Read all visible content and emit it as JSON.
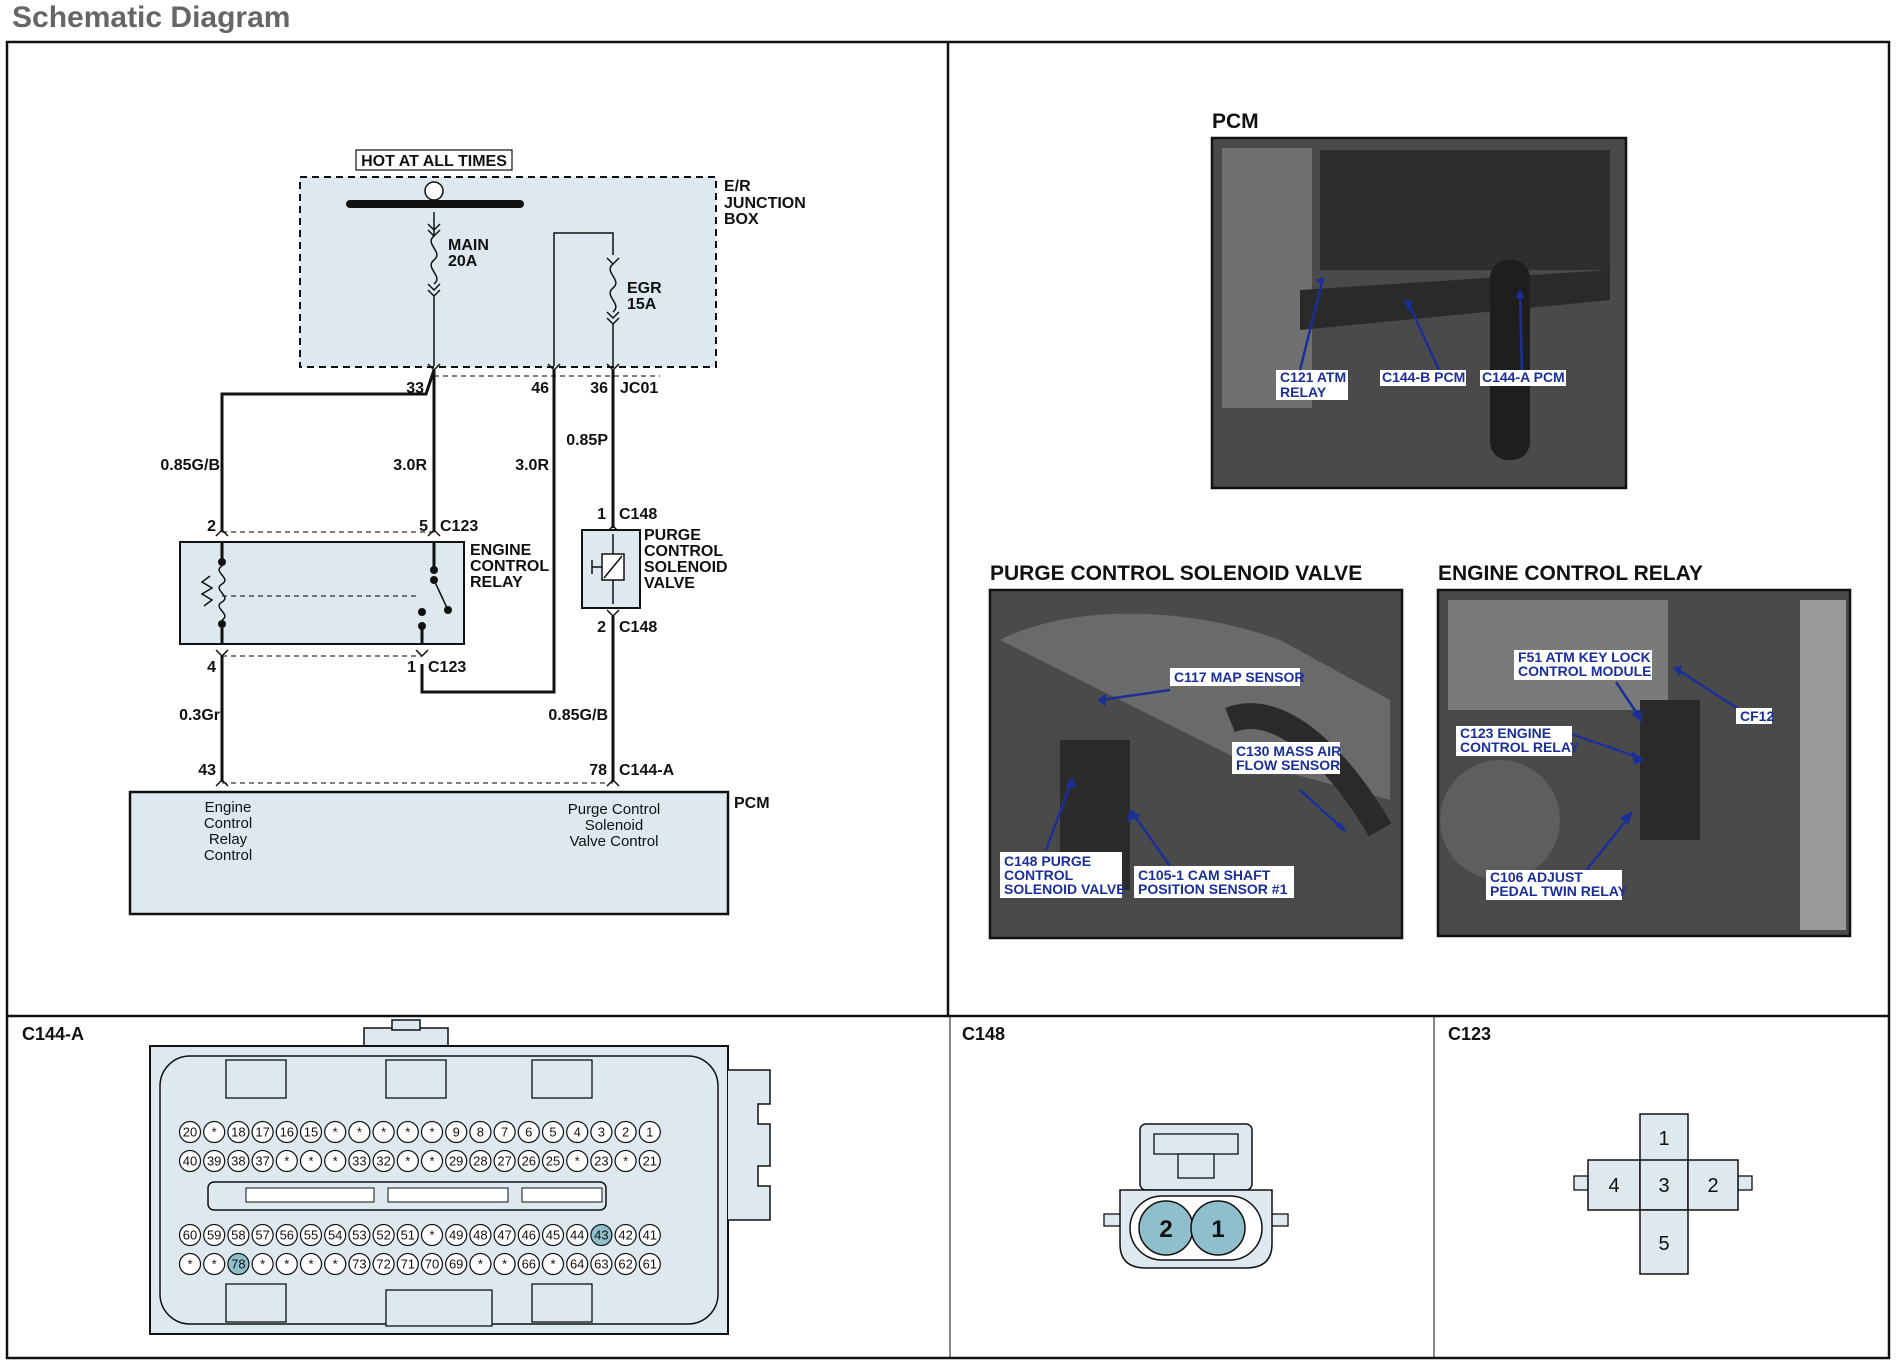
{
  "page_title": "Schematic Diagram",
  "schematic": {
    "hot_at_all_times": "HOT AT ALL TIMES",
    "junction_box": [
      "E/R",
      "JUNCTION",
      "BOX"
    ],
    "fuse_main": [
      "MAIN",
      "20A"
    ],
    "fuse_egr": [
      "EGR",
      "15A"
    ],
    "pin_33": "33",
    "pin_46": "46",
    "pin_36": "36",
    "jc01": "JC01",
    "wire_085gb": "0.85G/B",
    "wire_30r_a": "3.0R",
    "wire_30r_b": "3.0R",
    "wire_085p": "0.85P",
    "c148_pin1": "1",
    "c148_top": "C148",
    "c148_pin2": "2",
    "c148_bottom": "C148",
    "purge_label": [
      "PURGE",
      "CONTROL",
      "SOLENOID",
      "VALVE"
    ],
    "relay_pin2": "2",
    "relay_pin5": "5",
    "c123_top": "C123",
    "relay_label": [
      "ENGINE",
      "CONTROL",
      "RELAY"
    ],
    "relay_pin4": "4",
    "relay_pin1": "1",
    "c123_bottom": "C123",
    "wire_03gr": "0.3Gr",
    "wire_085gb_2": "0.85G/B",
    "pin_43": "43",
    "pin_78": "78",
    "c144a": "C144-A",
    "pcm": "PCM",
    "pcm_left": [
      "Engine",
      "Control",
      "Relay",
      "Control"
    ],
    "pcm_right": [
      "Purge Control",
      "Solenoid",
      "Valve Control"
    ]
  },
  "photos": {
    "pcm": {
      "title": "PCM",
      "callouts": [
        "C121 ATM",
        "RELAY",
        "C144-B PCM",
        "C144-A PCM"
      ]
    },
    "purge": {
      "title": "PURGE CONTROL SOLENOID VALVE",
      "callouts": [
        "C117 MAP SENSOR",
        "C130 MASS AIR",
        "FLOW SENSOR",
        "C148 PURGE",
        "CONTROL",
        "SOLENOID VALVE",
        "C105-1 CAM SHAFT",
        "POSITION SENSOR #1"
      ]
    },
    "relay": {
      "title": "ENGINE CONTROL RELAY",
      "callouts": [
        "F51 ATM KEY LOCK",
        "CONTROL MODULE",
        "CF12",
        "C123 ENGINE",
        "CONTROL RELAY",
        "C106 ADJUST",
        "PEDAL TWIN RELAY"
      ]
    }
  },
  "connectors": {
    "c144a": {
      "title": "C144-A",
      "row1": [
        "20",
        "*",
        "18",
        "17",
        "16",
        "15",
        "*",
        "*",
        "*",
        "*",
        "*",
        "9",
        "8",
        "7",
        "6",
        "5",
        "4",
        "3",
        "2",
        "1"
      ],
      "row2": [
        "40",
        "39",
        "38",
        "37",
        "*",
        "*",
        "*",
        "33",
        "32",
        "*",
        "*",
        "29",
        "28",
        "27",
        "26",
        "25",
        "*",
        "23",
        "*",
        "21"
      ],
      "row3": [
        "60",
        "59",
        "58",
        "57",
        "56",
        "55",
        "54",
        "53",
        "52",
        "51",
        "*",
        "49",
        "48",
        "47",
        "46",
        "45",
        "44",
        "43",
        "42",
        "41"
      ],
      "row4": [
        "*",
        "*",
        "78",
        "*",
        "*",
        "*",
        "*",
        "73",
        "72",
        "71",
        "70",
        "69",
        "*",
        "*",
        "66",
        "*",
        "64",
        "63",
        "62",
        "61"
      ],
      "highlight": [
        "43",
        "78"
      ]
    },
    "c148": {
      "title": "C148",
      "pins": [
        "2",
        "1"
      ]
    },
    "c123": {
      "title": "C123",
      "pins": [
        "1",
        "4",
        "3",
        "2",
        "5"
      ]
    }
  },
  "colors": {
    "panel_fill": "#dde9ee",
    "pin_highlight": "#8fbfcc",
    "callout_blue": "#1a2f9a"
  }
}
